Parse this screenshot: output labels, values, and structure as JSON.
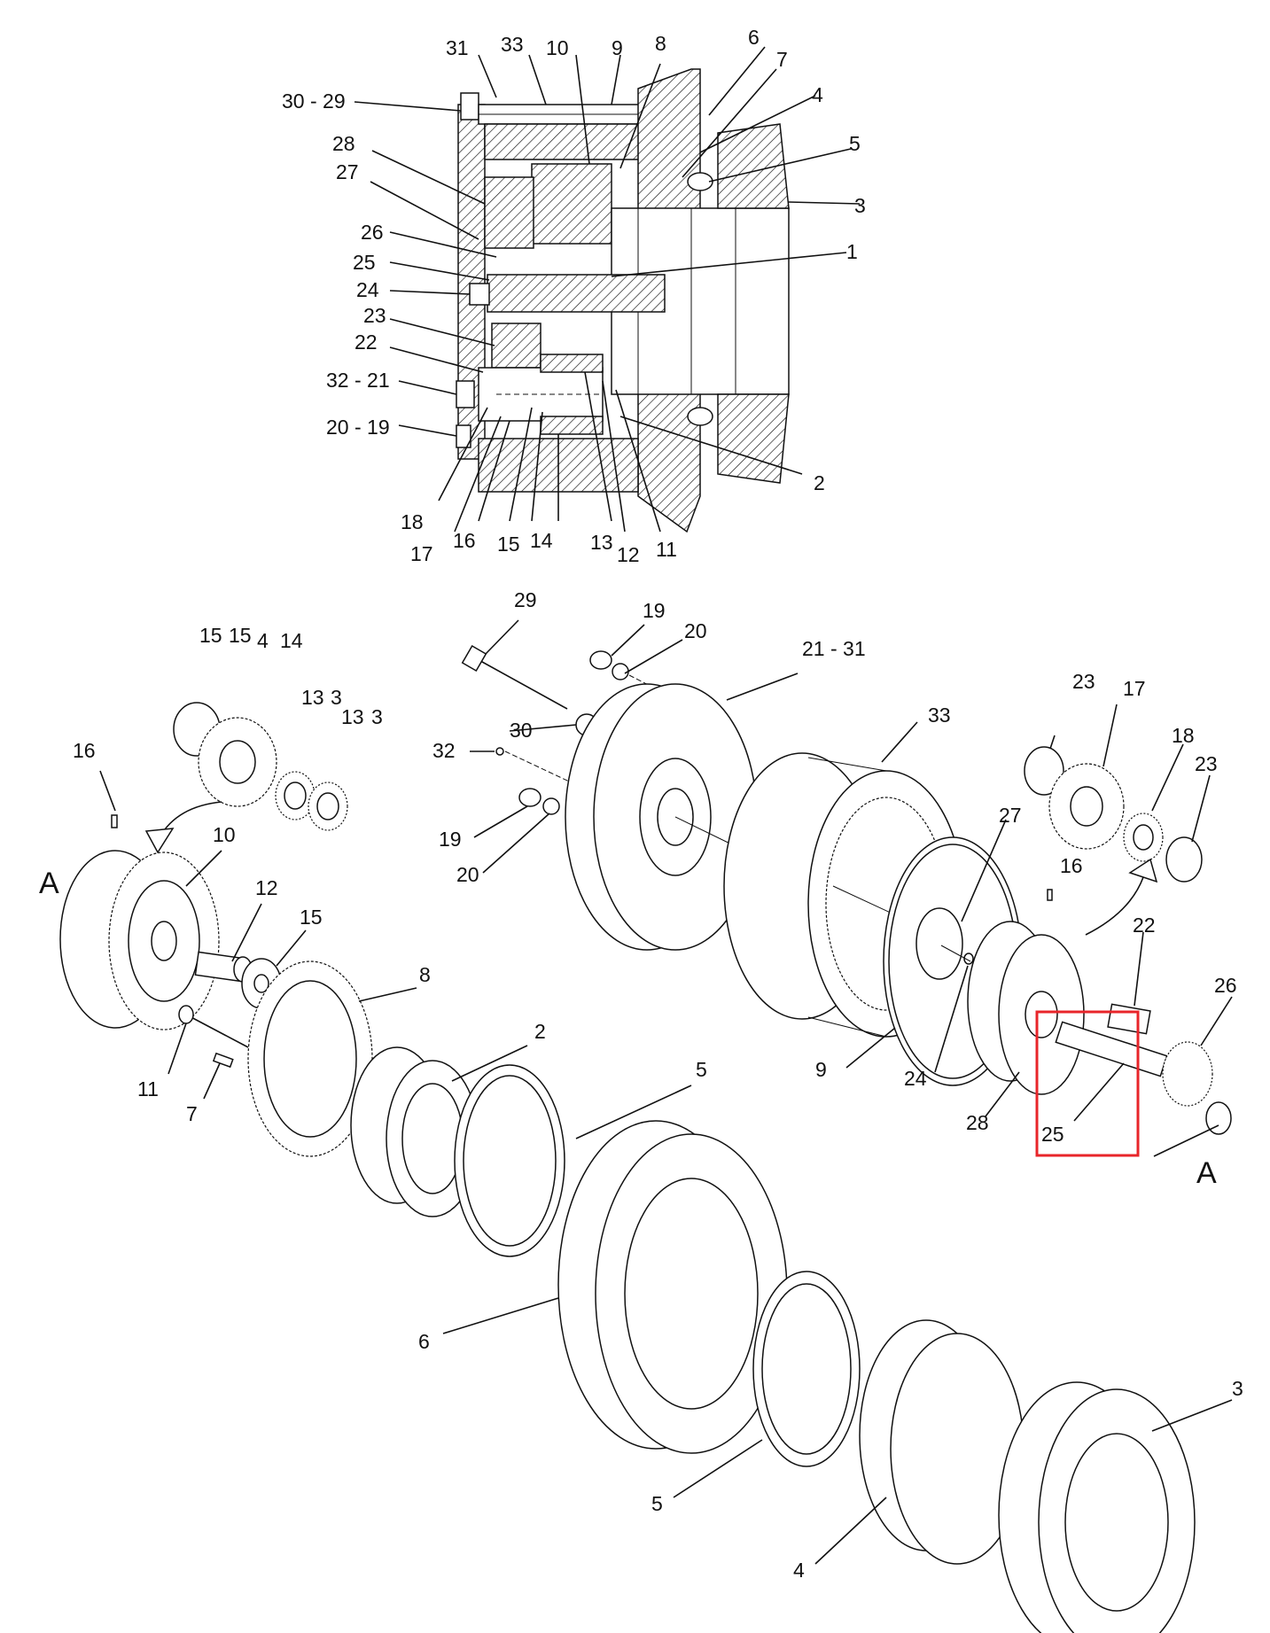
{
  "section_labels": [
    {
      "id": "sec-31",
      "text": "31"
    },
    {
      "id": "sec-33",
      "text": "33"
    },
    {
      "id": "sec-10",
      "text": "10"
    },
    {
      "id": "sec-9",
      "text": "9"
    },
    {
      "id": "sec-8",
      "text": "8"
    },
    {
      "id": "sec-6",
      "text": "6"
    },
    {
      "id": "sec-7",
      "text": "7"
    },
    {
      "id": "sec-4",
      "text": "4"
    },
    {
      "id": "sec-5",
      "text": "5"
    },
    {
      "id": "sec-3",
      "text": "3"
    },
    {
      "id": "sec-1",
      "text": "1"
    },
    {
      "id": "sec-2",
      "text": "2"
    },
    {
      "id": "sec-30-29",
      "text": "30 - 29"
    },
    {
      "id": "sec-28",
      "text": "28"
    },
    {
      "id": "sec-27",
      "text": "27"
    },
    {
      "id": "sec-26",
      "text": "26"
    },
    {
      "id": "sec-25",
      "text": "25"
    },
    {
      "id": "sec-24",
      "text": "24"
    },
    {
      "id": "sec-23",
      "text": "23"
    },
    {
      "id": "sec-22",
      "text": "22"
    },
    {
      "id": "sec-32-21",
      "text": "32 - 21"
    },
    {
      "id": "sec-20-19",
      "text": "20 - 19"
    },
    {
      "id": "sec-18",
      "text": "18"
    },
    {
      "id": "sec-17",
      "text": "17"
    },
    {
      "id": "sec-16",
      "text": "16"
    },
    {
      "id": "sec-15",
      "text": "15"
    },
    {
      "id": "sec-14",
      "text": "14"
    },
    {
      "id": "sec-13",
      "text": "13"
    },
    {
      "id": "sec-12",
      "text": "12"
    },
    {
      "id": "sec-11",
      "text": "11"
    }
  ],
  "exploded_labels": [
    {
      "id": "ex-15a",
      "text": "15"
    },
    {
      "id": "ex-15b",
      "text": "15"
    },
    {
      "id": "ex-4",
      "text": "4"
    },
    {
      "id": "ex-14",
      "text": "14"
    },
    {
      "id": "ex-13a",
      "text": "13"
    },
    {
      "id": "ex-3a",
      "text": "3"
    },
    {
      "id": "ex-13b",
      "text": "13"
    },
    {
      "id": "ex-3b",
      "text": "3"
    },
    {
      "id": "ex-16a",
      "text": "16"
    },
    {
      "id": "ex-10",
      "text": "10"
    },
    {
      "id": "ex-12",
      "text": "12"
    },
    {
      "id": "ex-15c",
      "text": "15"
    },
    {
      "id": "ex-8",
      "text": "8"
    },
    {
      "id": "ex-11",
      "text": "11"
    },
    {
      "id": "ex-7",
      "text": "7"
    },
    {
      "id": "ex-2",
      "text": "2"
    },
    {
      "id": "ex-5a",
      "text": "5"
    },
    {
      "id": "ex-29",
      "text": "29"
    },
    {
      "id": "ex-19a",
      "text": "19"
    },
    {
      "id": "ex-20a",
      "text": "20"
    },
    {
      "id": "ex-21-31",
      "text": "21 - 31"
    },
    {
      "id": "ex-30",
      "text": "30"
    },
    {
      "id": "ex-32",
      "text": "32"
    },
    {
      "id": "ex-19b",
      "text": "19"
    },
    {
      "id": "ex-20b",
      "text": "20"
    },
    {
      "id": "ex-33",
      "text": "33"
    },
    {
      "id": "ex-27",
      "text": "27"
    },
    {
      "id": "ex-9",
      "text": "9"
    },
    {
      "id": "ex-24",
      "text": "24"
    },
    {
      "id": "ex-23a",
      "text": "23"
    },
    {
      "id": "ex-17",
      "text": "17"
    },
    {
      "id": "ex-18",
      "text": "18"
    },
    {
      "id": "ex-23b",
      "text": "23"
    },
    {
      "id": "ex-16b",
      "text": "16"
    },
    {
      "id": "ex-22",
      "text": "22"
    },
    {
      "id": "ex-26",
      "text": "26"
    },
    {
      "id": "ex-28",
      "text": "28"
    },
    {
      "id": "ex-25",
      "text": "25"
    },
    {
      "id": "ex-6",
      "text": "6"
    },
    {
      "id": "ex-5b",
      "text": "5"
    },
    {
      "id": "ex-4b",
      "text": "4"
    },
    {
      "id": "ex-3c",
      "text": "3"
    }
  ],
  "view_markers": {
    "left": "A",
    "right": "A"
  },
  "highlight_color": "#e8252a"
}
